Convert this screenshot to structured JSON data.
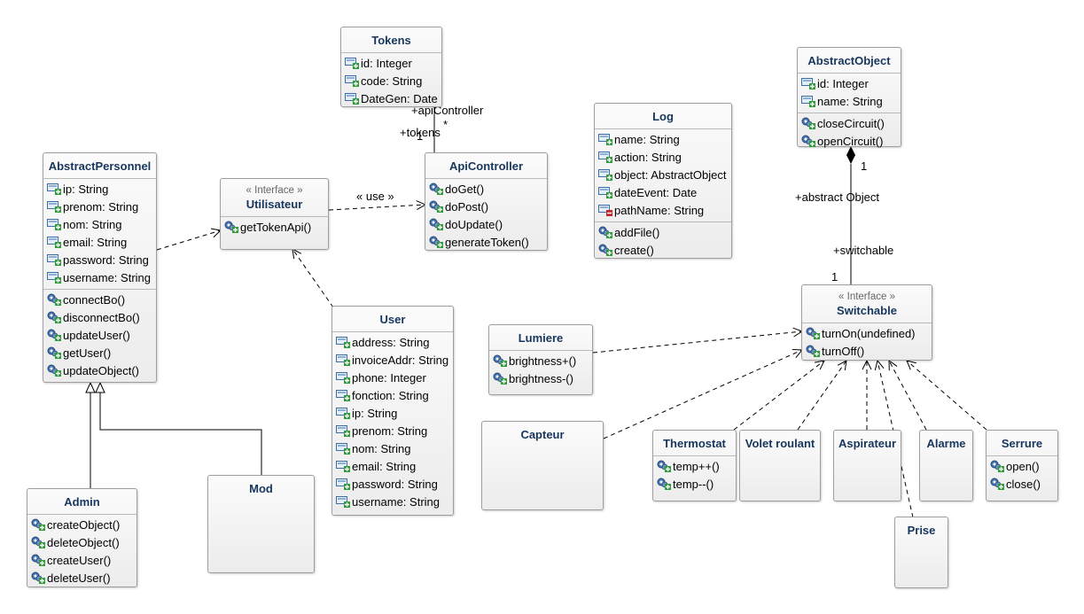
{
  "colors": {
    "class_name": "#17365d",
    "edge": "#000000",
    "box_border": "#9e9e9e"
  },
  "icons": {
    "attribute": "field-icon",
    "private_attribute": "private-field-icon",
    "operation": "method-icon"
  },
  "classes": {
    "tokens": {
      "name": "Tokens",
      "attributes": [
        "id: Integer",
        "code: String",
        "DateGen: Date"
      ]
    },
    "abstract_object": {
      "name": "AbstractObject",
      "attributes": [
        "id: Integer",
        "name: String"
      ],
      "operations": [
        "closeCircuit()",
        "openCircuit()"
      ]
    },
    "log": {
      "name": "Log",
      "attributes": [
        "name: String",
        "action: String",
        "object: AbstractObject",
        "dateEvent: Date",
        "pathName: String"
      ],
      "operations": [
        "addFile()",
        "create()"
      ]
    },
    "api_controller": {
      "name": "ApiController",
      "operations": [
        "doGet()",
        "doPost()",
        "doUpdate()",
        "generateToken()"
      ]
    },
    "abstract_personnel": {
      "name": "AbstractPersonnel",
      "attributes": [
        "ip: String",
        "prenom: String",
        "nom: String",
        "email: String",
        "password: String",
        "username: String"
      ],
      "operations": [
        "connectBo()",
        "disconnectBo()",
        "updateUser()",
        "getUser()",
        "updateObject()"
      ]
    },
    "utilisateur": {
      "stereotype": "« Interface »",
      "name": "Utilisateur",
      "operations": [
        "getTokenApi()"
      ]
    },
    "user": {
      "name": "User",
      "attributes": [
        "address: String",
        "invoiceAddr: String",
        "phone: Integer",
        "fonction: String",
        "ip: String",
        "prenom: String",
        "nom: String",
        "email: String",
        "password: String",
        "username: String"
      ]
    },
    "switchable": {
      "stereotype": "« Interface »",
      "name": "Switchable",
      "operations": [
        "turnOn(undefined)",
        "turnOff()"
      ]
    },
    "lumiere": {
      "name": "Lumiere",
      "operations": [
        "brightness+()",
        "brightness-()"
      ]
    },
    "capteur": {
      "name": "Capteur"
    },
    "thermostat": {
      "name": "Thermostat",
      "operations": [
        "temp++()",
        "temp--()"
      ]
    },
    "volet_roulant": {
      "name": "Volet roulant"
    },
    "aspirateur": {
      "name": "Aspirateur"
    },
    "alarme": {
      "name": "Alarme"
    },
    "serrure": {
      "name": "Serrure",
      "operations": [
        "open()",
        "close()"
      ]
    },
    "prise": {
      "name": "Prise"
    },
    "admin": {
      "name": "Admin",
      "operations": [
        "createObject()",
        "deleteObject()",
        "createUser()",
        "deleteUser()"
      ]
    },
    "mod": {
      "name": "Mod"
    }
  },
  "labels": {
    "api_controller_role": "+apiController",
    "api_controller_mult": "*",
    "tokens_role": "+tokens",
    "tokens_mult": "1",
    "use": "« use »",
    "abstract_object_mult": "1",
    "abstract_object_role": "+abstract Object",
    "switchable_role": "+switchable",
    "switchable_mult": "1"
  }
}
